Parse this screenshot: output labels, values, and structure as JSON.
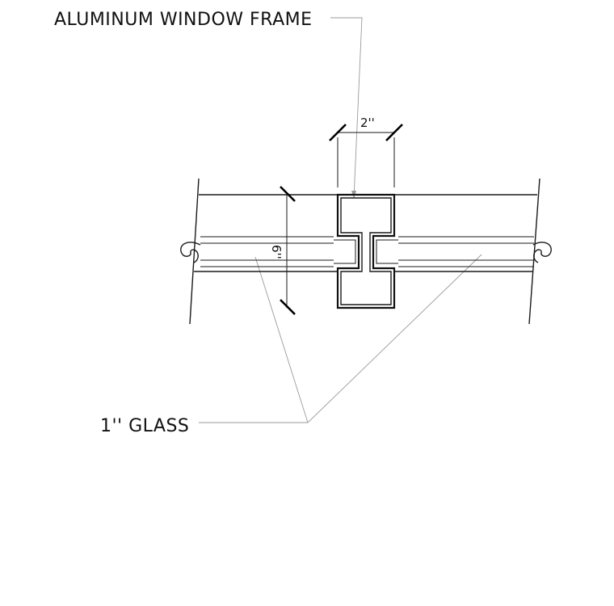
{
  "labels": {
    "frame_label": "ALUMINUM WINDOW FRAME",
    "glass_label": "1'' GLASS"
  },
  "dimensions": {
    "frame_width": "2''",
    "wall_thickness": "6''"
  },
  "colors": {
    "linework": "#1a1a1a",
    "leader": "#9a9a9a",
    "background": "#ffffff"
  }
}
